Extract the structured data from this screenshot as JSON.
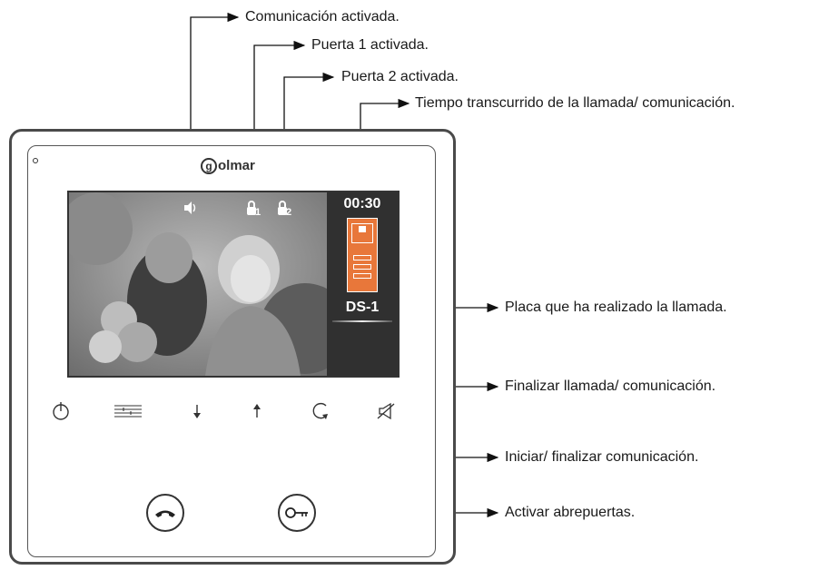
{
  "callouts": {
    "comunicacion": "Comunicación activada.",
    "puerta1": "Puerta 1 activada.",
    "puerta2": "Puerta 2 activada.",
    "tiempo": "Tiempo transcurrido de la llamada/ comunicación.",
    "placa": "Placa que ha realizado la llamada.",
    "finalizar": "Finalizar llamada/ comunicación.",
    "iniciar": "Iniciar/ finalizar comunicación.",
    "abrepuertas": "Activar abrepuertas."
  },
  "device": {
    "brand": "olmar",
    "brand_initial": "g"
  },
  "screen": {
    "timer": "00:30",
    "panel_name": "DS-1",
    "door1_index": "1",
    "door2_index": "2"
  },
  "icons": [
    "power-icon",
    "menu-icon",
    "arrow-down-icon",
    "arrow-up-icon",
    "rotate-icon",
    "mute-icon",
    "handset-icon",
    "key-icon"
  ],
  "colors": {
    "plate_orange": "#e8773a",
    "sidebar": "#303030",
    "frame": "#4a4a4a"
  }
}
